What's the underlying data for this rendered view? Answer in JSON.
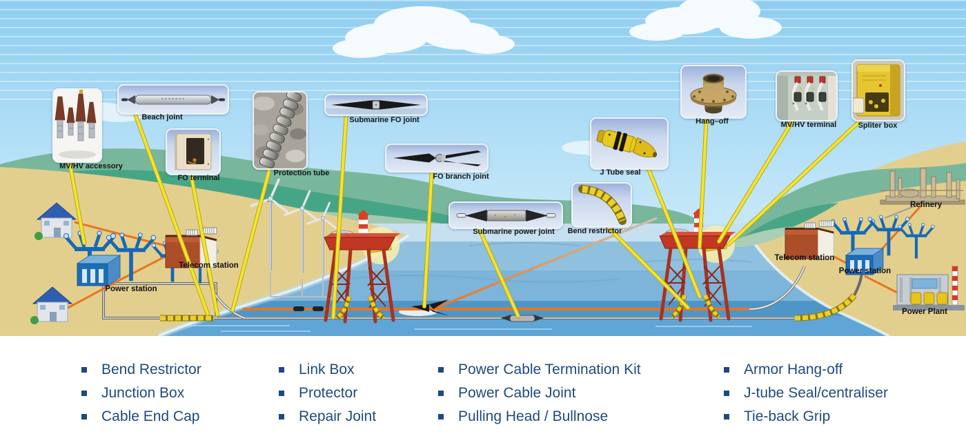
{
  "components": [
    {
      "id": "mvhv-accessory",
      "label": "MV/HV accessory"
    },
    {
      "id": "beach-joint",
      "label": "Beach joint"
    },
    {
      "id": "fo-terminal",
      "label": "FO terminal"
    },
    {
      "id": "protection-tube",
      "label": "Protection tube"
    },
    {
      "id": "submarine-fo-joint",
      "label": "Submarine FO joint"
    },
    {
      "id": "fo-branch-joint",
      "label": "FO branch joint"
    },
    {
      "id": "submarine-power-joint",
      "label": "Submarine power joint"
    },
    {
      "id": "bend-restrictor",
      "label": "Bend restrictor"
    },
    {
      "id": "j-tube-seal",
      "label": "J Tube seal"
    },
    {
      "id": "hang-off",
      "label": "Hang–off"
    },
    {
      "id": "mvhv-terminal",
      "label": "MV/HV terminal"
    },
    {
      "id": "spliter-box",
      "label": "Spliter box"
    }
  ],
  "sites": {
    "power_station_left": "Power station",
    "telecom_station_left": "Telecom station",
    "telecom_station_right": "Telecom station",
    "power_station_right": "Power station",
    "power_plant": "Power Plant",
    "refinery": "Refinery"
  },
  "legend": {
    "columns": [
      {
        "items": [
          "Bend Restrictor",
          "Junction Box",
          "Cable End Cap"
        ]
      },
      {
        "items": [
          "Link Box",
          "Protector",
          "Repair Joint"
        ]
      },
      {
        "items": [
          "Power Cable Termination Kit",
          "Power Cable Joint",
          "Pulling Head / Bullnose"
        ]
      },
      {
        "items": [
          "Armor Hang-off",
          "J-tube Seal/centraliser",
          "Tie-back Grip"
        ]
      }
    ]
  },
  "colors": {
    "legend_text": "#1F497D",
    "leader_line": "#F2E22A",
    "cable_orange": "#E8751E",
    "sand": "#E3CF8D",
    "sea": "#7DB4D9",
    "hill_green": "#79B79D",
    "sky_blue": "#AADCF5",
    "card_blue": "#C7D4EA",
    "label_text": "#141414"
  }
}
